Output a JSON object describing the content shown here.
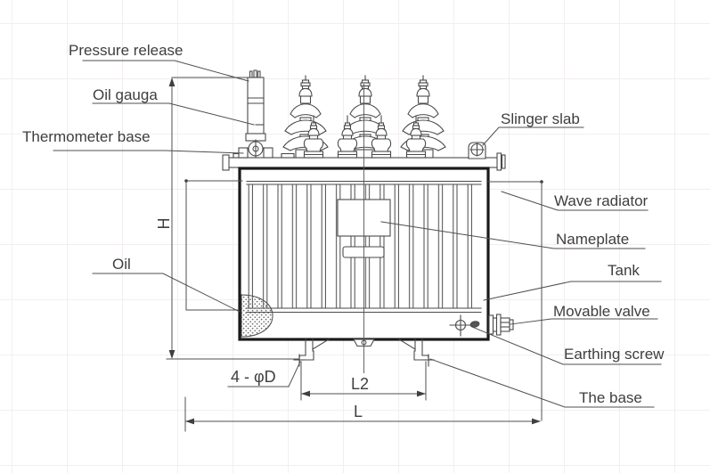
{
  "labels": {
    "pressure_release": "Pressure release",
    "oil_gauge": "Oil gauga",
    "thermometer_base": "Thermometer base",
    "slinger_slab": "Slinger slab",
    "wave_radiator": "Wave radiator",
    "nameplate": "Nameplate",
    "tank": "Tank",
    "movable_valve": "Movable valve",
    "earthing_screw": "Earthing screw",
    "the_base": "The base",
    "oil": "Oil"
  },
  "dims": {
    "h": "H",
    "l2": "L2",
    "l": "L",
    "holes": "4 - φD"
  },
  "colors": {
    "background": "#ffffff",
    "grid": "#f3eeee",
    "line": "#4a4a4a",
    "tank_outline": "#1a1a1a",
    "text": "#3e3e3e"
  }
}
